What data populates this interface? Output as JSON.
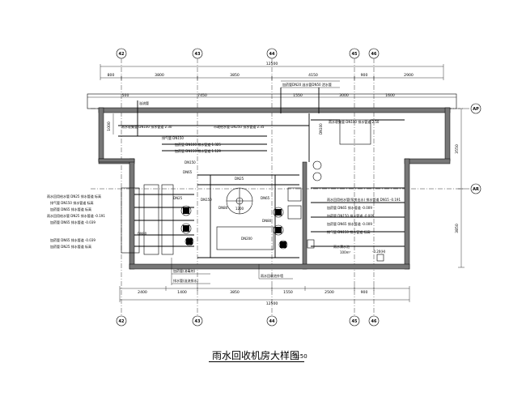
{
  "drawing": {
    "title": "雨水回收机房大样图",
    "scale": "1:50",
    "axes_vertical": [
      "42",
      "43",
      "44",
      "45",
      "46"
    ],
    "axes_horizontal": [
      "AP",
      "AR"
    ],
    "dims_top_total": "12500",
    "dims_top_segments": [
      "800",
      "3800",
      "3850",
      "4150",
      "900",
      "2900"
    ],
    "dims_top_inner": [
      "500",
      "7450",
      "1550",
      "3000",
      "1600"
    ],
    "dims_bottom_segments": [
      "2400",
      "1400",
      "3850",
      "1550",
      "2500",
      "900"
    ],
    "dims_bottom_total": "12500",
    "dims_right": [
      "3550",
      "3850"
    ],
    "labels_top": [
      "加药管DN20 溢水管DN50 泄水管",
      "溢流管",
      "雨水收集管 DN100  排水管道 2.30",
      "市政给水管 DN250  排水管道 2.35",
      "排气管 DN150",
      "加药管 DN100  排水管道 1.325",
      "加药管 DN150  排水管道 1.129",
      "雨水收集管 DN100  排水管道 2.50"
    ],
    "labels_left": [
      "雨水回用给水管 DN25  排水管道 标高",
      "排气管 DN150  排水管道 标高",
      "加药管 DN65  排水管道 标高",
      "雨水回用给水管 DN25  排水管道 -0.191",
      "加药管 DN65  排水管道 -0.039",
      "加药管 DN65  排水管道 -0.039",
      "加药管 DN25  排水管道 标高"
    ],
    "labels_right": [
      "雨水回用给水管(泵房出水) 排水管道 DN15 -0.191",
      "加药管 DN65  排水管道 -0.009",
      "加药管 DN150  排水管道 -0.009",
      "加药管 DN65  排水管道 -0.009",
      "排气管 DN150  排水管道 标高"
    ],
    "labels_inner": [
      "DN65",
      "DN25",
      "DN150",
      "DN80",
      "DN65",
      "1200",
      "DN25",
      "DN80",
      "DN80",
      "-0.20(H)",
      "雨水清水池",
      "100m³",
      "DN100",
      "DN150",
      "DN200"
    ],
    "labels_bottom": [
      "加药管(消毒剂)",
      "排水管(溢流排水)",
      "雨水回收池外墙"
    ]
  }
}
